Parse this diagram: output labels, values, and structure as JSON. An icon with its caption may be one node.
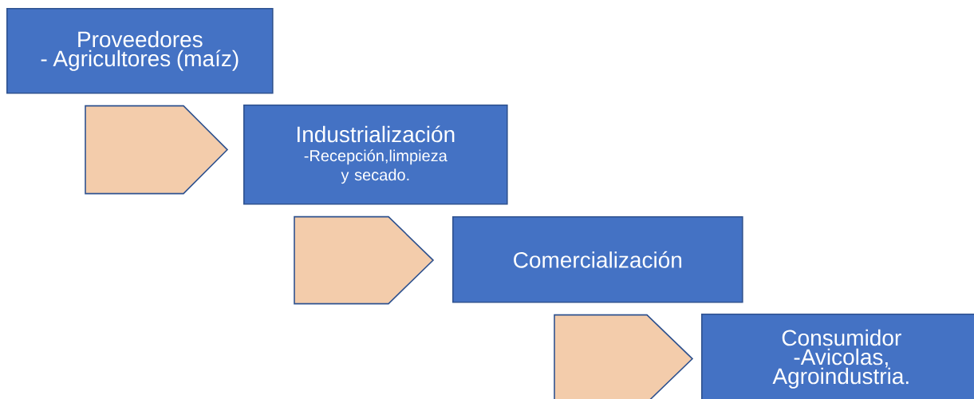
{
  "diagram": {
    "nodes": [
      {
        "text": [
          "Proveedores",
          "- Agricultores (maíz)"
        ]
      },
      {
        "text": [
          "Industrialización",
          "-Recepción,limpieza y secado."
        ]
      },
      {
        "text": [
          "Comercialización"
        ]
      },
      {
        "text": [
          "Consumidor",
          "-Avicolas, Agroindustria."
        ]
      }
    ],
    "edges": [
      {
        "from": 0,
        "to": 1,
        "arrow": "to"
      },
      {
        "from": 1,
        "to": 2,
        "arrow": "to"
      },
      {
        "from": 2,
        "to": 3,
        "arrow": "to"
      }
    ]
  }
}
